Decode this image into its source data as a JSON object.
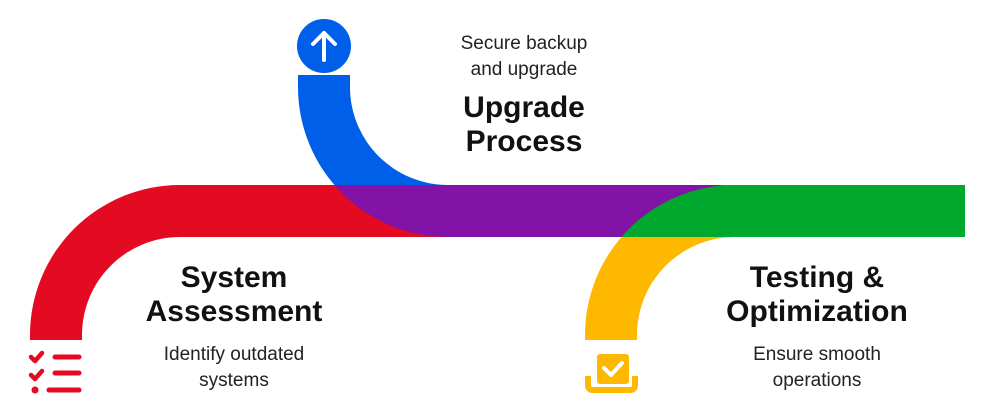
{
  "steps": [
    {
      "title_line1": "System",
      "title_line2": "Assessment",
      "desc_line1": "Identify outdated",
      "desc_line2": "systems",
      "icon": "checklist-icon",
      "color": "#E30A22"
    },
    {
      "title_line1": "Upgrade",
      "title_line2": "Process",
      "desc_line1": "Secure backup",
      "desc_line2": "and upgrade",
      "icon": "arrow-up-icon",
      "color": "#005FE8"
    },
    {
      "title_line1": "Testing &",
      "title_line2": "Optimization",
      "desc_line1": "Ensure smooth",
      "desc_line2": "operations",
      "icon": "checkbox-tray-icon",
      "color": "#FFB800"
    }
  ],
  "colors": {
    "overlap_red_blue": "#8213A6",
    "overlap_yellow_blue": "#00A82D"
  }
}
